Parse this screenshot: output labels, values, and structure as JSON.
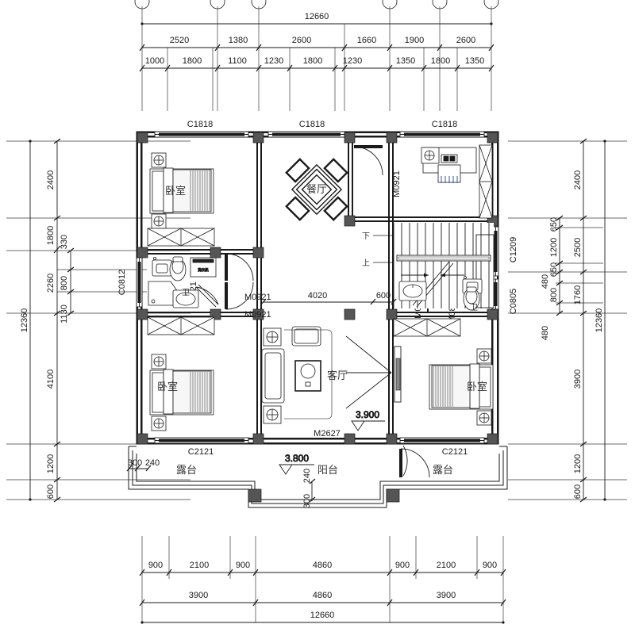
{
  "drawing": {
    "type": "architectural-floor-plan",
    "overall_width": "12660",
    "overall_height": "12360"
  },
  "dimensions": {
    "top_overall": "12660",
    "top_chain_1": [
      "2520",
      "1380",
      "2600",
      "1660",
      "1900",
      "2600"
    ],
    "top_chain_2": [
      "1000",
      "1800",
      "1100",
      "1230",
      "1800",
      "1230",
      "1350",
      "1800",
      "1350"
    ],
    "left_overall": "12360",
    "left_chain_1": [
      "2400",
      "1800",
      "2260",
      "4100",
      "1200",
      "600"
    ],
    "left_chain_2": [
      "330",
      "800",
      "1130"
    ],
    "right_overall": "12360",
    "right_chain_1": [
      "2400",
      "2500",
      "1760",
      "3900",
      "1200",
      "600"
    ],
    "right_chain_2": [
      "650",
      "1200",
      "650",
      "480",
      "800",
      "480"
    ],
    "bottom_chain_1": [
      "900",
      "2100",
      "900",
      "4860",
      "900",
      "2100",
      "900"
    ],
    "bottom_chain_2": [
      "3900",
      "4860",
      "3900"
    ],
    "bottom_overall": "12660",
    "interior_4020": "4020",
    "interior_600": "600",
    "wall_300": "300",
    "wall_240": "240",
    "wall_300_b": "300",
    "wall_240_b": "240"
  },
  "rooms": [
    {
      "id": "bedroom-top-left",
      "label": "卧室"
    },
    {
      "id": "bedroom-bottom-left",
      "label": "卧室"
    },
    {
      "id": "bedroom-right",
      "label": "卧室"
    },
    {
      "id": "dining",
      "label": "餐厅"
    },
    {
      "id": "living",
      "label": "客厅"
    },
    {
      "id": "bath-left",
      "label": "卫"
    },
    {
      "id": "bath-right",
      "label": "卫"
    },
    {
      "id": "balcony",
      "label": "阳台"
    },
    {
      "id": "terrace-left",
      "label": "露台"
    },
    {
      "id": "terrace-right",
      "label": "露台"
    }
  ],
  "openings": {
    "windows": [
      {
        "id": "w-top-left",
        "code": "C1818"
      },
      {
        "id": "w-top-mid",
        "code": "C1818"
      },
      {
        "id": "w-top-right",
        "code": "C1818"
      },
      {
        "id": "w-left",
        "code": "C0812"
      },
      {
        "id": "w-right-upper",
        "code": "C1209"
      },
      {
        "id": "w-right-lower",
        "code": "C0805"
      },
      {
        "id": "w-bottom-left",
        "code": "C2121"
      },
      {
        "id": "w-bottom-right",
        "code": "C2121"
      }
    ],
    "doors": [
      {
        "id": "d-bath-left-outer",
        "code": "M0921"
      },
      {
        "id": "d-bed-left-lower",
        "code": "M0921"
      },
      {
        "id": "d-bath-left-inner",
        "code": "M1221"
      },
      {
        "id": "d-dining-upper",
        "code": "M0921"
      },
      {
        "id": "d-stair-lower",
        "code": "M0921"
      },
      {
        "id": "d-bath-right",
        "code": "M0821"
      },
      {
        "id": "d-living-balcony",
        "code": "M2627"
      }
    ]
  },
  "annotations": {
    "elev_floor": "3.900",
    "elev_balcony": "3.800",
    "stair_down": "下",
    "stair_up": "上"
  },
  "colors": {
    "line": "#1a1a1a",
    "wall_fill": "#4d4d4d",
    "text": "#1a1a1a",
    "room_text": "#333333",
    "thin": "#555555"
  }
}
